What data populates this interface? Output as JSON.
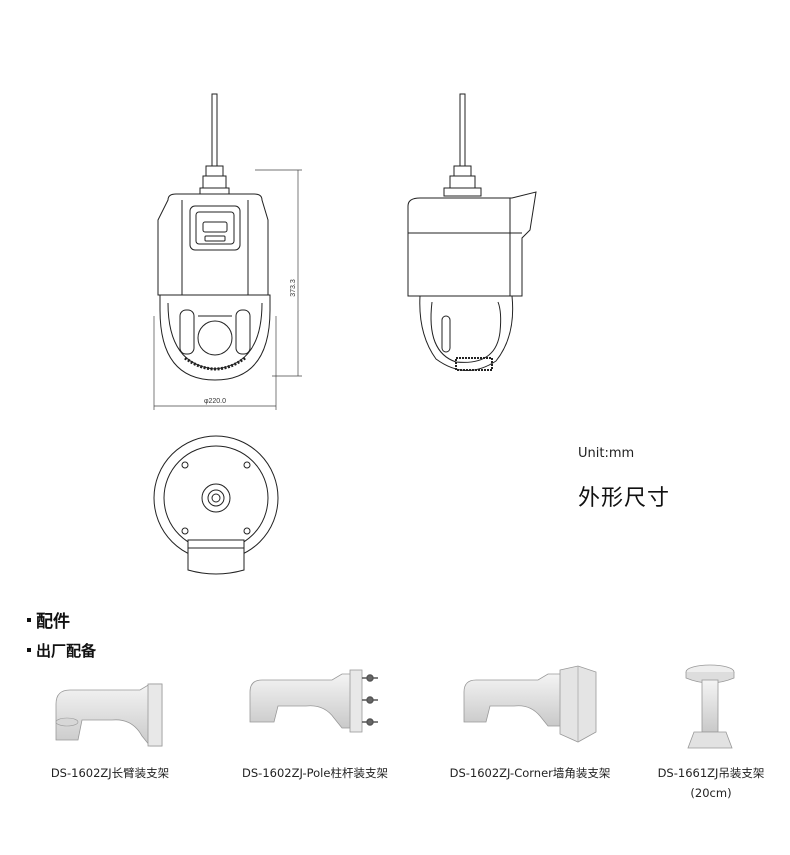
{
  "drawing": {
    "height_label": "373.3",
    "width_label": "φ220.0",
    "unit": "Unit:mm",
    "title": "外形尺寸"
  },
  "accessories": {
    "heading": "配件",
    "subheading": "出厂配备",
    "items": [
      {
        "label": "DS-1602ZJ长臂装支架",
        "icon": "long-arm-wall-mount"
      },
      {
        "label": "DS-1602ZJ-Pole柱杆装支架",
        "icon": "pole-mount"
      },
      {
        "label": "DS-1602ZJ-Corner墙角装支架",
        "icon": "corner-mount"
      },
      {
        "label": "DS-1661ZJ吊装支架",
        "sub": "(20cm)",
        "icon": "pendant-mount"
      }
    ]
  }
}
